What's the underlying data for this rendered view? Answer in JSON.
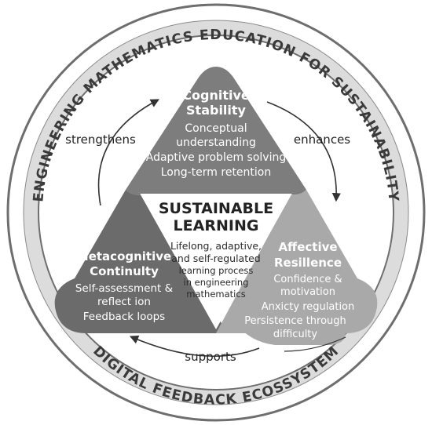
{
  "ring": {
    "top_text": "ENGINEERING MATHEMATICS EDUCATION FOR SUSTAINABILITY",
    "bottom_text": "DIGITAL FEEDBACK ECOSSYSTEM"
  },
  "center": {
    "title_line1": "SUSTAINABLE",
    "title_line2": "LEARNING",
    "body": [
      "Lifelong, adaptive,",
      "and self-regulated",
      "learning process",
      "in engineering",
      "mathematics"
    ]
  },
  "cognitive": {
    "title": [
      "Cognitive",
      "Stability"
    ],
    "items": [
      "Conceptual",
      "understanding",
      "Adaptive problem solving",
      "Long-term retention"
    ]
  },
  "metacognitive": {
    "title": [
      "Metacognitive",
      "Continulty"
    ],
    "items": [
      "Self-assessment &",
      "reflect ion",
      "Feedback loops"
    ]
  },
  "affective": {
    "title": [
      "Affective",
      "Resillence"
    ],
    "items": [
      "Confidence &",
      "motivation",
      "Anxicty regulation",
      "Persistence through",
      "difficulty"
    ]
  },
  "arrows": {
    "left": "strengthens",
    "right": "enhances",
    "bottom": "supports"
  },
  "colors": {
    "ring_outer": "#707070",
    "ring_band": "#d8d8d8",
    "cognitive": "#7d7d7d",
    "metacognitive": "#6b6b6b",
    "affective": "#a9a9a9",
    "center": "#ffffff"
  }
}
